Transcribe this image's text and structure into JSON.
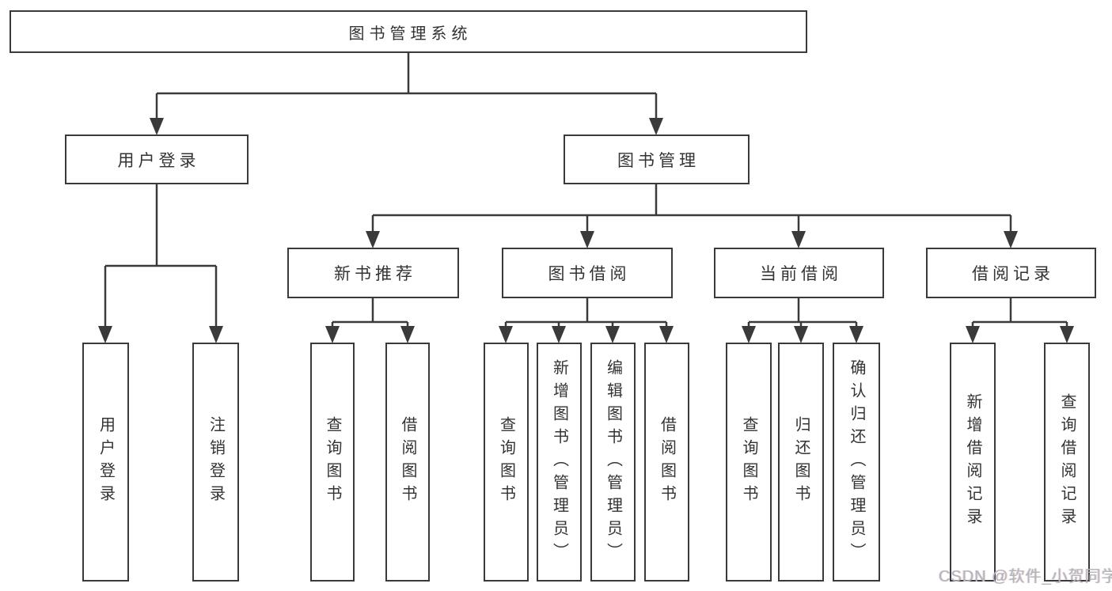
{
  "diagram": {
    "title": "图书管理系统",
    "children": [
      {
        "label": "用户登录",
        "children": [
          {
            "label": "用户登录"
          },
          {
            "label": "注销登录"
          }
        ]
      },
      {
        "label": "图书管理",
        "children": [
          {
            "label": "新书推荐",
            "children": [
              {
                "label": "查询图书"
              },
              {
                "label": "借阅图书"
              }
            ]
          },
          {
            "label": "图书借阅",
            "children": [
              {
                "label": "查询图书"
              },
              {
                "label": "新增图书（管理员）"
              },
              {
                "label": "编辑图书（管理员）"
              },
              {
                "label": "借阅图书"
              }
            ]
          },
          {
            "label": "当前借阅",
            "children": [
              {
                "label": "查询图书"
              },
              {
                "label": "归还图书"
              },
              {
                "label": "确认归还（管理员）"
              }
            ]
          },
          {
            "label": "借阅记录",
            "children": [
              {
                "label": "新增借阅记录"
              },
              {
                "label": "查询借阅记录"
              }
            ]
          }
        ]
      }
    ]
  },
  "watermark": {
    "text": "CSDN @软件_小贺同学"
  },
  "colors": {
    "line": "#3a3a3a",
    "box_border": "#3a3a3a",
    "text": "#333333",
    "watermark": "#b5b5b5",
    "background": "#ffffff"
  }
}
